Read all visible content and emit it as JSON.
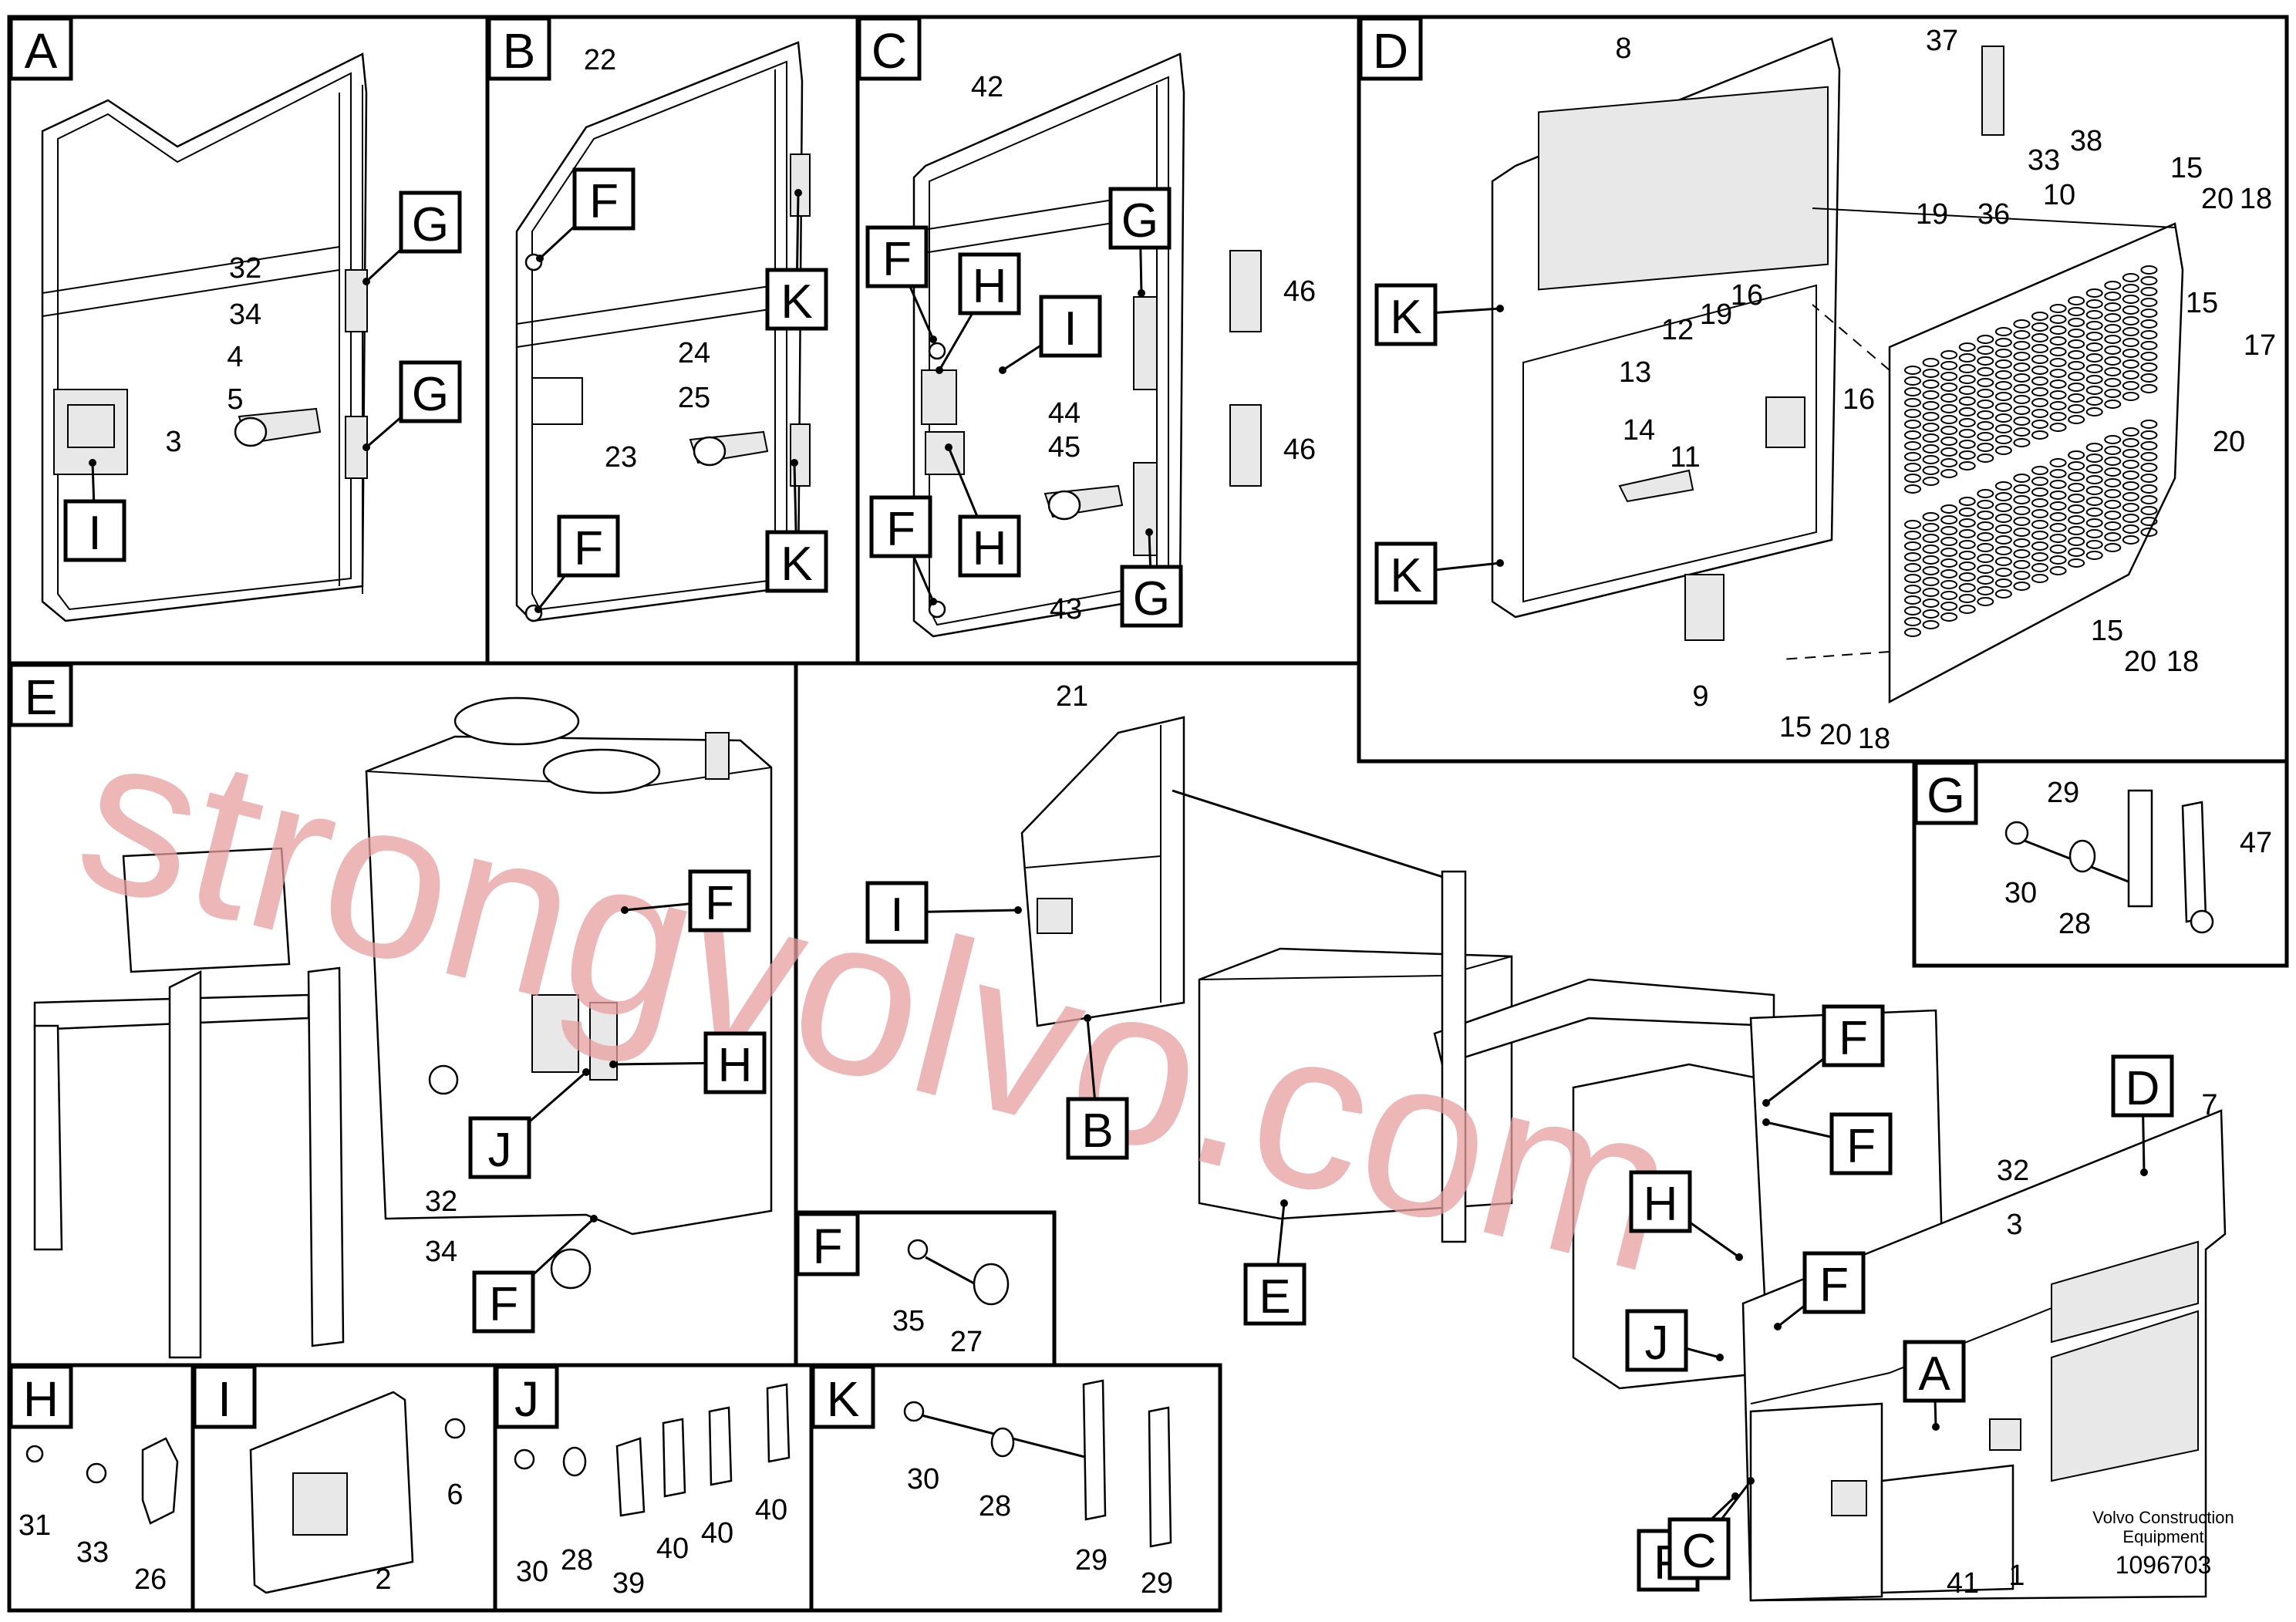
{
  "panels": [
    {
      "id": "A",
      "label": "A"
    },
    {
      "id": "B",
      "label": "B"
    },
    {
      "id": "C",
      "label": "C"
    },
    {
      "id": "D",
      "label": "D"
    },
    {
      "id": "E",
      "label": "E"
    },
    {
      "id": "F",
      "label": "F"
    },
    {
      "id": "G",
      "label": "G"
    },
    {
      "id": "H",
      "label": "H"
    },
    {
      "id": "I",
      "label": "I"
    },
    {
      "id": "J",
      "label": "J"
    },
    {
      "id": "K",
      "label": "K"
    }
  ],
  "callouts": {
    "a_g1": "G",
    "a_g2": "G",
    "a_i": "I",
    "b_f1": "F",
    "b_f2": "F",
    "b_k1": "K",
    "b_k2": "K",
    "c_f1": "F",
    "c_f2": "F",
    "c_h1": "H",
    "c_h2": "H",
    "c_i": "I",
    "c_g1": "G",
    "c_g2": "G",
    "d_k1": "K",
    "d_k2": "K",
    "e_f1": "F",
    "e_h": "H",
    "e_j": "J",
    "e_f2": "F",
    "m_i": "I",
    "m_b": "B",
    "m_e": "E",
    "m_f1": "F",
    "m_f2": "F",
    "m_f3": "F",
    "m_f4": "F",
    "m_h": "H",
    "m_j": "J",
    "m_a": "A",
    "m_c": "C",
    "m_d": "D"
  },
  "numbers": {
    "a_32": "32",
    "a_34": "34",
    "a_4": "4",
    "a_5": "5",
    "a_3": "3",
    "b_22": "22",
    "b_24": "24",
    "b_25": "25",
    "b_23": "23",
    "c_42": "42",
    "c_46a": "46",
    "c_46b": "46",
    "c_44": "44",
    "c_45": "45",
    "c_43": "43",
    "d_8": "8",
    "d_37": "37",
    "d_33": "33",
    "d_38": "38",
    "d_19a": "19",
    "d_36": "36",
    "d_10": "10",
    "d_15a": "15",
    "d_20a": "20",
    "d_18a": "18",
    "d_12": "12",
    "d_19b": "19",
    "d_16a": "16",
    "d_13": "13",
    "d_15b": "15",
    "d_17": "17",
    "d_16b": "16",
    "d_20b": "20",
    "d_14": "14",
    "d_11": "11",
    "d_15c": "15",
    "d_20c": "20",
    "d_18c": "18",
    "d_9": "9",
    "d_15d": "15",
    "d_20d": "20",
    "d_18d": "18",
    "e_32": "32",
    "e_34": "34",
    "m_21": "21",
    "m_7": "7",
    "m_32": "32",
    "m_3x": "3",
    "m_41": "41",
    "m_1": "1",
    "f_35": "35",
    "f_27": "27",
    "g_29": "29",
    "g_47": "47",
    "g_30": "30",
    "g_28": "28",
    "h_31": "31",
    "h_33": "33",
    "h_26": "26",
    "i_6": "6",
    "i_2": "2",
    "j_30": "30",
    "j_28": "28",
    "j_39": "39",
    "j_40a": "40",
    "j_40b": "40",
    "j_40c": "40",
    "k_30": "30",
    "k_28": "28",
    "k_29a": "29",
    "k_29b": "29"
  },
  "footer": {
    "brand_line1": "Volvo Construction",
    "brand_line2": "Equipment",
    "drawing_number": "1096703"
  },
  "watermark": "strongvolvo.com",
  "colors": {
    "watermark": "#e8a0a0",
    "line": "#000000",
    "background": "#ffffff"
  }
}
